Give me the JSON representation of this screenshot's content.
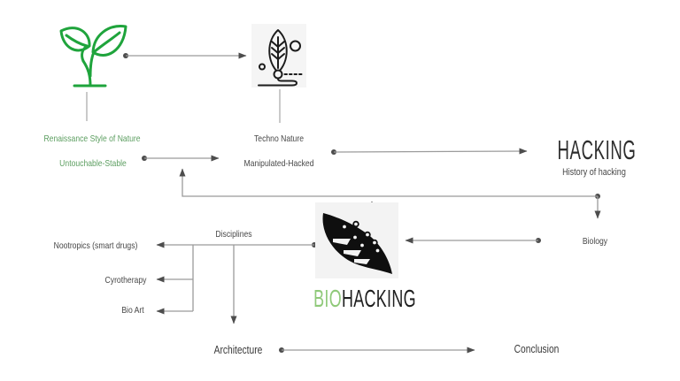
{
  "colors": {
    "background": "#ffffff",
    "sprout_green": "#1fa43c",
    "green_text": "#5c9e60",
    "logo_green": "#8fc979",
    "dark_text": "#474747",
    "title_dark": "#2d2d2d",
    "line_gray": "#9b9b9b",
    "connector_dark": "#4d4d4d",
    "tile_background": "#f5f5f5"
  },
  "nodes": {
    "nature": {
      "icon": "sprout-icon",
      "line1": "Renaissance Style of Nature",
      "line2": "Untouchable-Stable"
    },
    "techno_nature": {
      "icon": "techno-leaf-icon",
      "line1": "Techno Nature",
      "line2": "Manipulated-Hacked"
    },
    "hacking": {
      "title": "HACKING",
      "subtitle": "History of hacking"
    },
    "biology": {
      "label": "Biology"
    },
    "disciplines": {
      "label": "Disciplines"
    },
    "nootropics": {
      "label": "Nootropics (smart drugs)"
    },
    "cyrotherapy": {
      "label": "Cyrotherapy"
    },
    "bio_art": {
      "label": "Bio Art"
    },
    "architecture": {
      "label": "Architecture"
    },
    "conclusion": {
      "label": "Conclusion"
    },
    "biohacking": {
      "icon": "biohacking-leaf-logo",
      "word_green": "BIO",
      "word_dark": "HACKING"
    }
  },
  "edges": [
    {
      "from": "nature",
      "to": "techno_nature",
      "type": "arrow"
    },
    {
      "from": "nature",
      "to": "nature-caption",
      "type": "line"
    },
    {
      "from": "techno_nature",
      "to": "techno-caption",
      "type": "line"
    },
    {
      "from": "untouchable-stable",
      "to": "manipulated-hacked",
      "type": "arrow"
    },
    {
      "from": "techno_nature",
      "to": "hacking",
      "type": "arrow"
    },
    {
      "from": "biology-junction",
      "to": "untouchable-manipulated-link",
      "type": "arrow"
    },
    {
      "from": "biology-junction",
      "to": "biology",
      "type": "arrow"
    },
    {
      "from": "biohacking",
      "to": "biology-junction",
      "type": "arrow"
    },
    {
      "from": "biology",
      "to": "biohacking",
      "type": "arrow"
    },
    {
      "from": "biohacking",
      "to": "nootropics",
      "type": "arrow"
    },
    {
      "from": "disciplines-branch",
      "to": "cyrotherapy",
      "type": "arrow"
    },
    {
      "from": "disciplines-branch",
      "to": "bio_art",
      "type": "arrow"
    },
    {
      "from": "disciplines",
      "to": "architecture",
      "type": "arrow"
    },
    {
      "from": "architecture",
      "to": "conclusion",
      "type": "arrow"
    }
  ]
}
